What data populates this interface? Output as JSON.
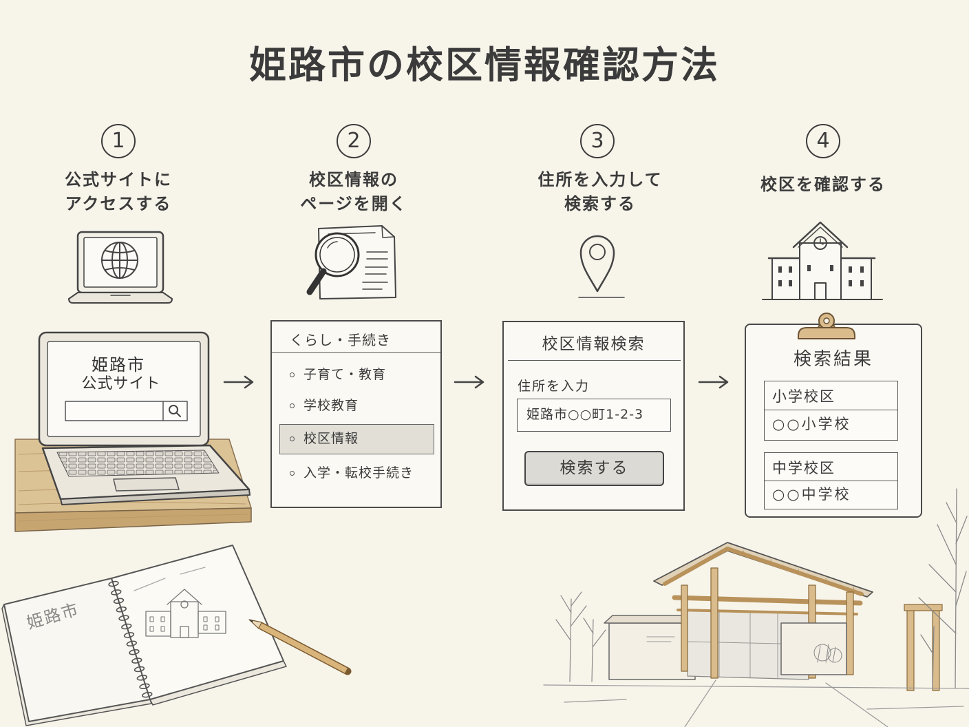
{
  "title": "姫路市の校区情報確認方法",
  "colors": {
    "background": "#f7f4ea",
    "ink": "#3b3b3b",
    "panel": "#fbf9f3",
    "highlight": "#e2dfd7",
    "button": "#dcdad5",
    "wood": "#d9bb8c"
  },
  "steps": [
    {
      "number": "1",
      "label_lines": [
        "公式サイトに",
        "アクセスする"
      ],
      "icon": "laptop-globe-icon"
    },
    {
      "number": "2",
      "label_lines": [
        "校区情報の",
        "ページを開く"
      ],
      "icon": "document-magnifier-icon"
    },
    {
      "number": "3",
      "label_lines": [
        "住所を入力して",
        "検索する"
      ],
      "icon": "location-pin-icon"
    },
    {
      "number": "4",
      "label_lines": [
        "校区を確認する"
      ],
      "icon": "school-building-icon"
    }
  ],
  "panel1": {
    "screen_lines": [
      "姫路市",
      "公式サイト"
    ],
    "search_icon": "search-icon"
  },
  "panel2": {
    "header": "くらし・手続き",
    "items": [
      {
        "label": "子育て・教育",
        "highlighted": false
      },
      {
        "label": "学校教育",
        "highlighted": false
      },
      {
        "label": "校区情報",
        "highlighted": true
      },
      {
        "label": "入学・転校手続き",
        "highlighted": false
      }
    ]
  },
  "panel3": {
    "header": "校区情報検索",
    "address_label": "住所を入力",
    "address_value": "姫路市○○町1-2-3",
    "button_label": "検索する"
  },
  "panel4": {
    "header": "検索結果",
    "results": [
      {
        "label": "小学校区",
        "value": "○○小学校"
      },
      {
        "label": "中学校区",
        "value": "○○中学校"
      }
    ]
  },
  "notebook": {
    "page_text": "姫路市"
  }
}
